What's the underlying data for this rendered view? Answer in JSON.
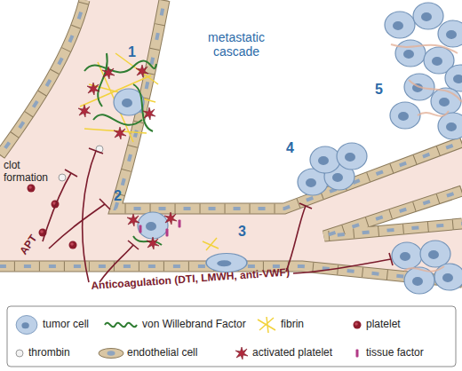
{
  "diagram": {
    "title": "metastatic cascade",
    "labels": [
      "1",
      "2",
      "3",
      "4",
      "5",
      "clot formation",
      "APT",
      "Anticoagulation (DTI, LMWH, anti-VWF)"
    ],
    "legend": [
      {
        "text": "tumor cell"
      },
      {
        "text": "von Willebrand Factor"
      },
      {
        "text": "fibrin"
      },
      {
        "text": "platelet"
      },
      {
        "text": "thrombin"
      },
      {
        "text": "endothelial cell"
      },
      {
        "text": "activated platelet"
      },
      {
        "text": "tissue factor"
      }
    ]
  }
}
